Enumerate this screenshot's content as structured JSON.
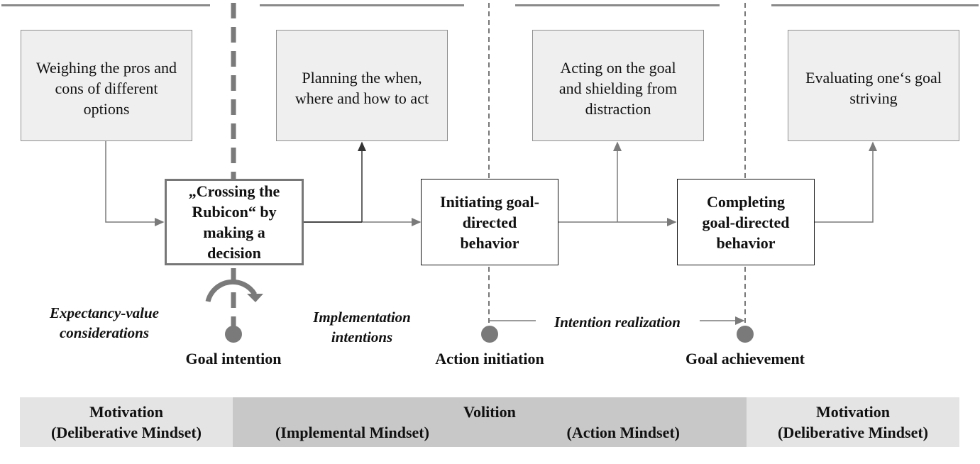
{
  "phase_boxes": {
    "predecisional": "Weighing the pros and cons of different options",
    "preactional": "Planning the when, where and how to act",
    "actional": "Acting on the goal and shielding from distraction",
    "postactional": "Evaluating one‘s goal striving"
  },
  "nodes": {
    "rubicon": "„Crossing the Rubicon“ by making a decision",
    "initiating": "Initiating goal-directed behavior",
    "completing": "Completing goal-directed behavior"
  },
  "annotations": {
    "expectancy_value": "Expectancy-value considerations",
    "implementation_intentions": "Implementation intentions",
    "intention_realization": "Intention realization"
  },
  "milestones": {
    "goal_intention": "Goal intention",
    "action_initiation": "Action initiation",
    "goal_achievement": "Goal achievement"
  },
  "bands": {
    "left_title": "Motivation",
    "left_sub": "(Deliberative Mindset)",
    "middle_title": "Volition",
    "middle_sub_left": "(Implemental Mindset)",
    "middle_sub_right": "(Action Mindset)",
    "right_title": "Motivation",
    "right_sub": "(Deliberative Mindset)"
  },
  "colors": {
    "box_fill": "#efefef",
    "arrow": "#7a7a7a",
    "rubicon_line": "#7a7a7a",
    "band_light": "#e4e4e4",
    "band_dark": "#c8c8c8"
  }
}
